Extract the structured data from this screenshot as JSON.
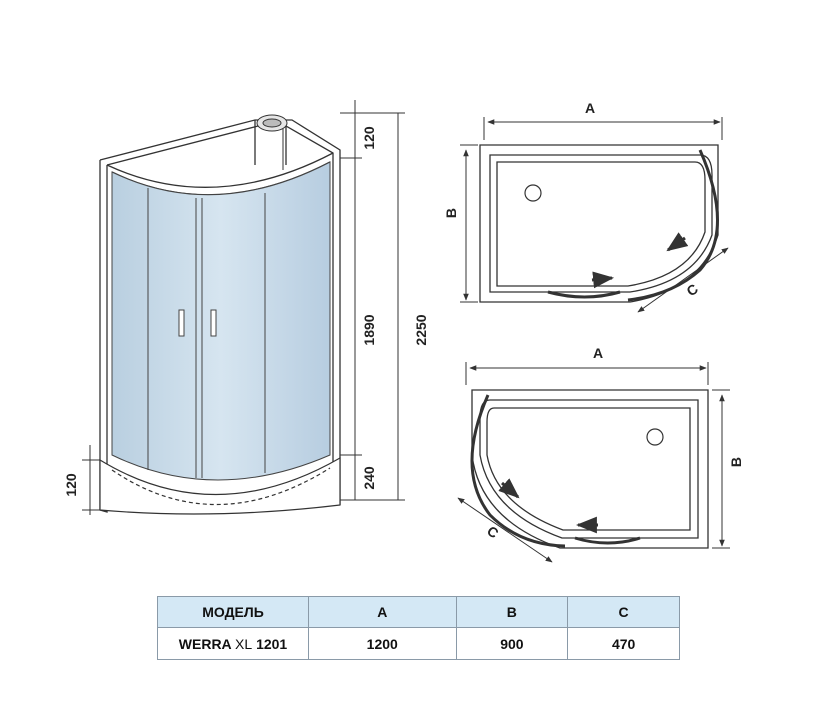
{
  "front_view": {
    "dim_top_shower": "120",
    "dim_wall": "1890",
    "dim_total": "2250",
    "dim_tray": "240",
    "dim_tray_left": "120"
  },
  "plan_top": {
    "label_a": "A",
    "label_b": "B",
    "label_c": "C"
  },
  "plan_bottom": {
    "label_a": "A",
    "label_b": "B",
    "label_c": "C"
  },
  "spec_table": {
    "headers": [
      "МОДЕЛЬ",
      "A",
      "B",
      "C"
    ],
    "row": {
      "brand": "WERRA",
      "series": "XL",
      "number": "1201",
      "a": "1200",
      "b": "900",
      "c": "470"
    }
  },
  "colors": {
    "glass": "#c9dbe8",
    "line": "#333333",
    "table_header": "#d4e8f5"
  }
}
